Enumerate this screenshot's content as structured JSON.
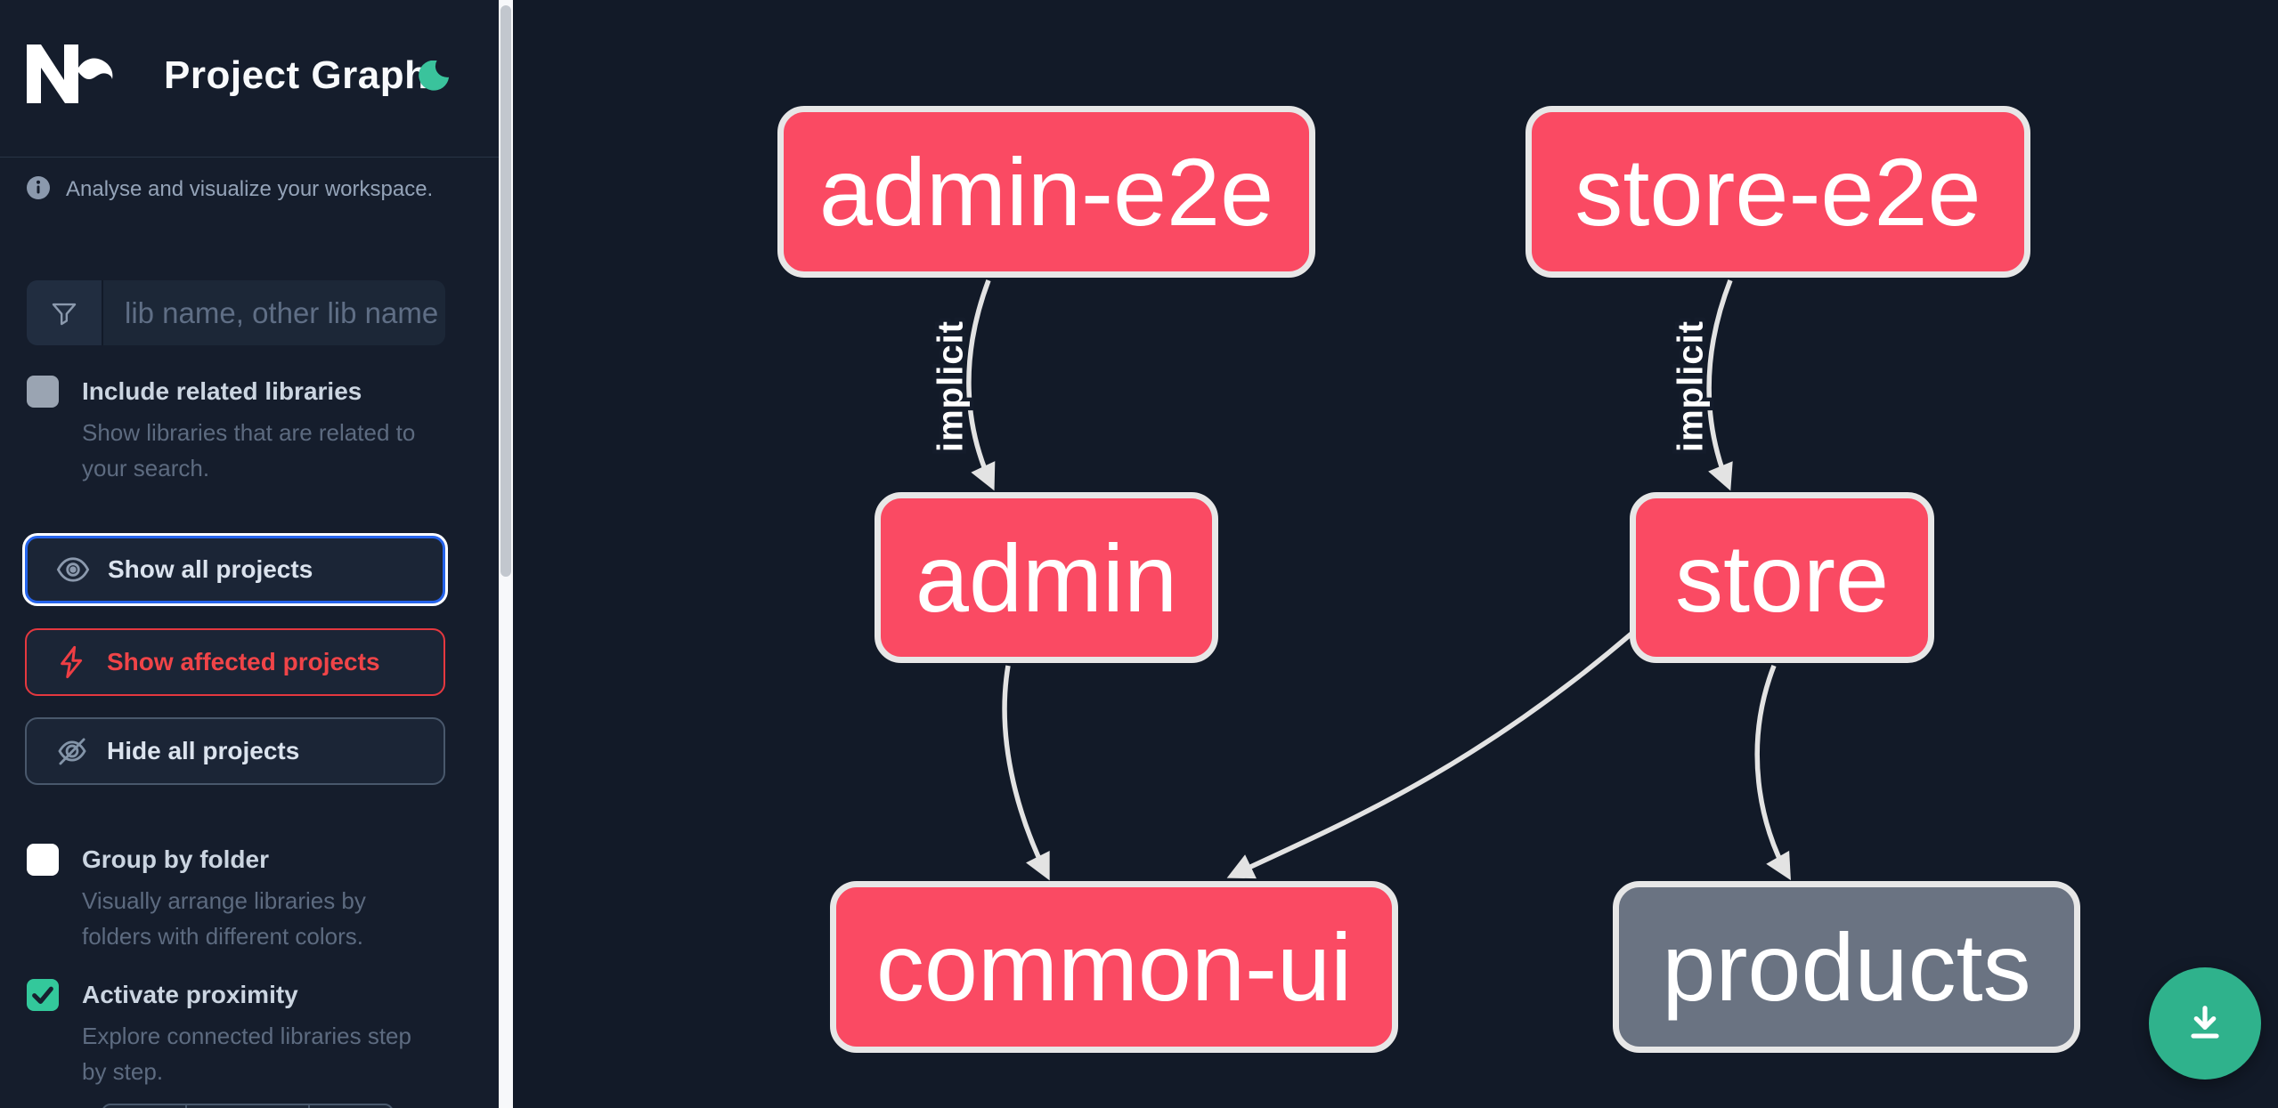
{
  "header": {
    "app_logo": "Nx",
    "title": "Project Graph",
    "theme_toggle": "dark-mode-moon"
  },
  "sidebar": {
    "info_text": "Analyse and visualize your workspace.",
    "search": {
      "placeholder": "lib name, other lib name",
      "value": ""
    },
    "checkboxes": [
      {
        "label": "Include related libraries",
        "description": "Show libraries that are related to your search.",
        "checked": false,
        "box_style": "gray"
      },
      {
        "label": "Group by folder",
        "description": "Visually arrange libraries by folders with different colors.",
        "checked": false,
        "box_style": "white"
      },
      {
        "label": "Activate proximity",
        "description": "Explore connected libraries step by step.",
        "checked": true,
        "box_style": "green"
      }
    ],
    "buttons": [
      {
        "label": "Show all projects",
        "icon": "eye",
        "state": "focused"
      },
      {
        "label": "Show affected projects",
        "icon": "bolt",
        "state": "affected"
      },
      {
        "label": "Hide all projects",
        "icon": "eye-off",
        "state": "default"
      }
    ]
  },
  "graph": {
    "nodes": [
      {
        "id": "admin-e2e",
        "label": "admin-e2e",
        "type": "app"
      },
      {
        "id": "store-e2e",
        "label": "store-e2e",
        "type": "app"
      },
      {
        "id": "admin",
        "label": "admin",
        "type": "app"
      },
      {
        "id": "store",
        "label": "store",
        "type": "app"
      },
      {
        "id": "common-ui",
        "label": "common-ui",
        "type": "lib"
      },
      {
        "id": "products",
        "label": "products",
        "type": "lib-unfocused"
      }
    ],
    "edges": [
      {
        "from": "admin-e2e",
        "to": "admin",
        "label": "implicit"
      },
      {
        "from": "store-e2e",
        "to": "store",
        "label": "implicit"
      },
      {
        "from": "admin",
        "to": "common-ui",
        "label": ""
      },
      {
        "from": "store",
        "to": "common-ui",
        "label": ""
      },
      {
        "from": "store",
        "to": "products",
        "label": ""
      }
    ]
  },
  "fab": {
    "icon": "download"
  },
  "colors": {
    "canvas_bg": "#121a28",
    "sidebar_bg": "#151d2c",
    "node_pink": "#fa4a63",
    "node_gray": "#6a7382",
    "node_border": "#e7e7e7",
    "edge": "#e3e3e3",
    "accent_blue": "#2563eb",
    "accent_red": "#e5383f",
    "accent_green": "#33c89b",
    "fab_green": "#2fb28c"
  }
}
